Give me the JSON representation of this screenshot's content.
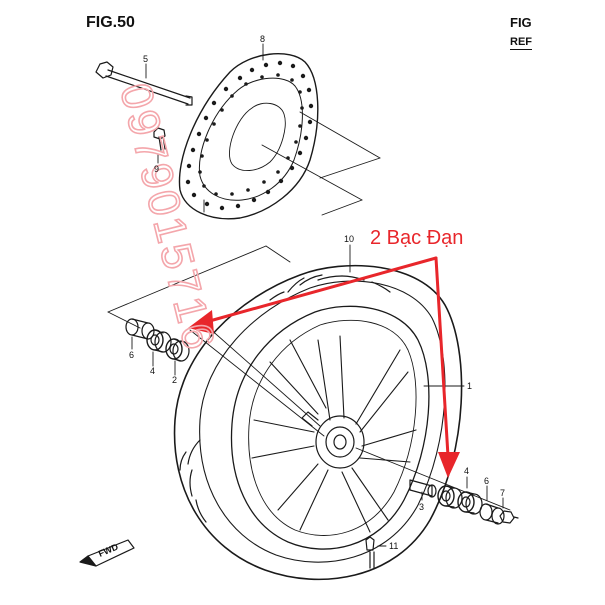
{
  "figure": {
    "title": "FIG.50",
    "cut_title": "FIG",
    "cut_ref": "REF"
  },
  "annotation": {
    "text": "2 Bạc Đạn",
    "color": "#e8262b"
  },
  "watermark": {
    "text": "0979015716",
    "color": "#f4a6ab"
  },
  "parts": [
    {
      "id": "p1",
      "number": "1"
    },
    {
      "id": "p2",
      "number": "2"
    },
    {
      "id": "p3",
      "number": "3"
    },
    {
      "id": "p4a",
      "number": "4"
    },
    {
      "id": "p4b",
      "number": "4"
    },
    {
      "id": "p5",
      "number": "5"
    },
    {
      "id": "p6a",
      "number": "6"
    },
    {
      "id": "p6b",
      "number": "6"
    },
    {
      "id": "p7",
      "number": "7"
    },
    {
      "id": "p8",
      "number": "8"
    },
    {
      "id": "p9",
      "number": "9"
    },
    {
      "id": "p10",
      "number": "10"
    },
    {
      "id": "p11",
      "number": "11"
    }
  ],
  "fwd_badge": "FWD",
  "colors": {
    "line": "#1a1a1a",
    "arrow": "#e8262b"
  }
}
